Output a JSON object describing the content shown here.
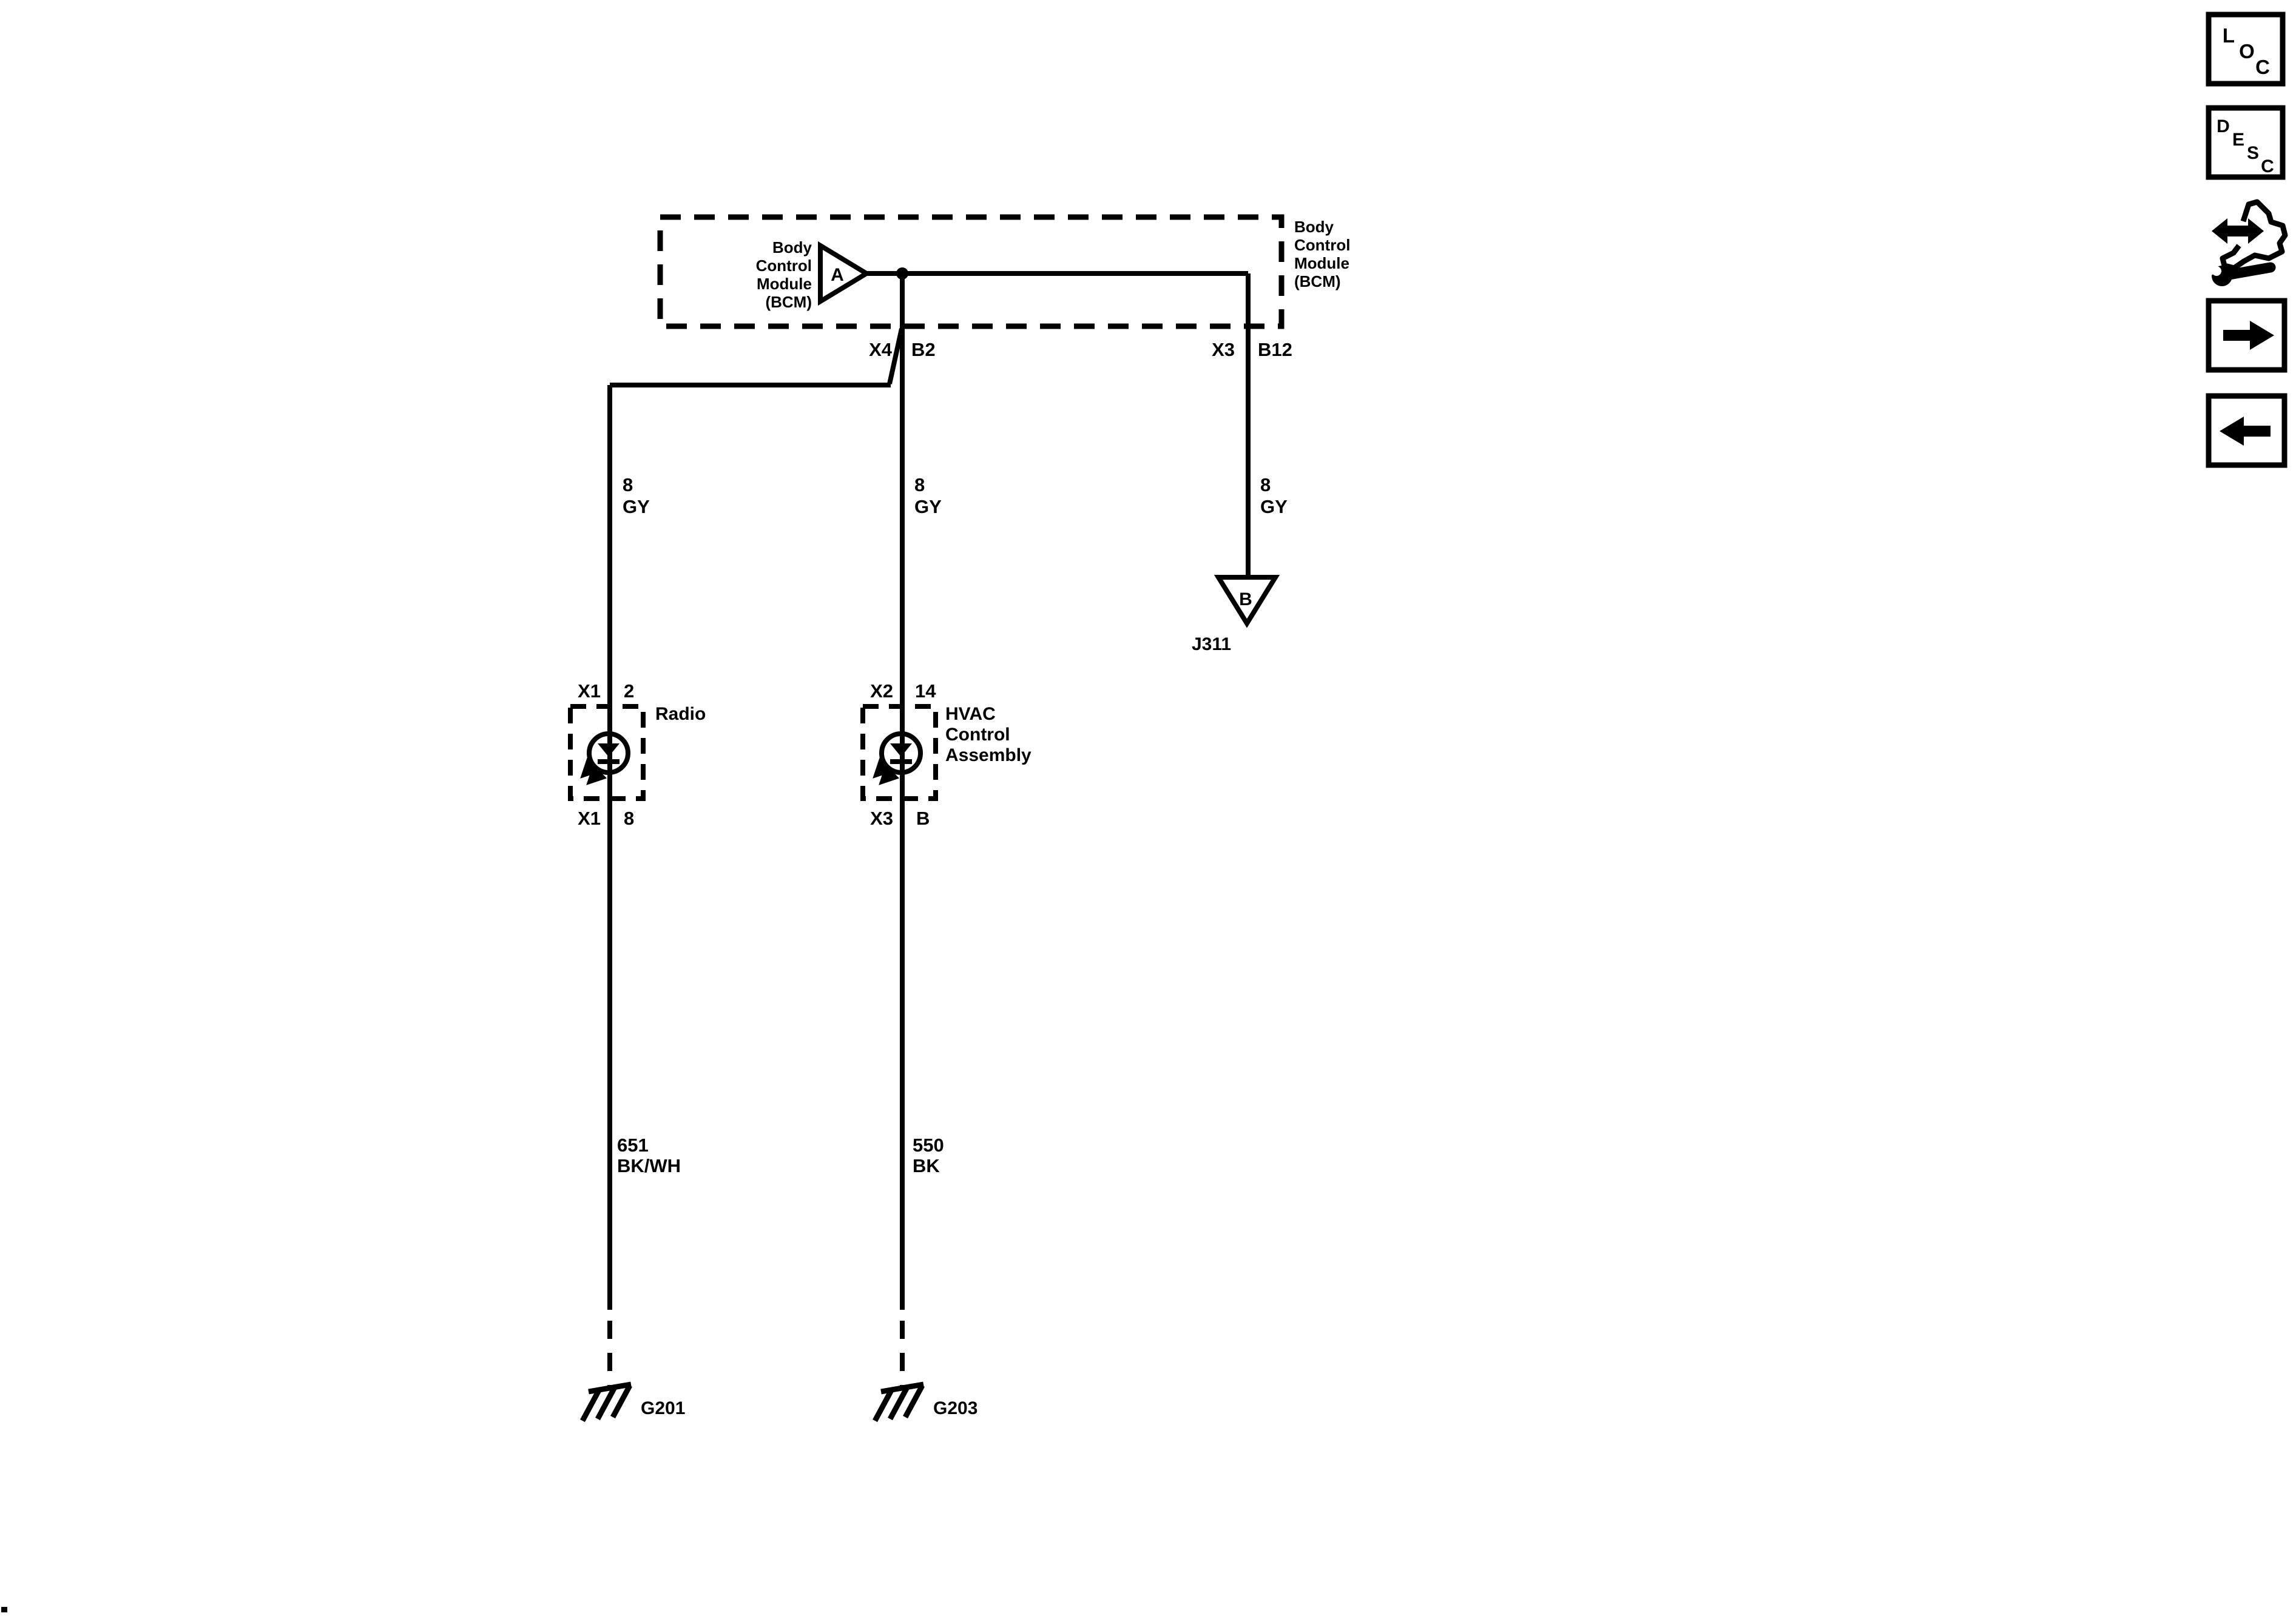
{
  "colors": {
    "ink": "#000000",
    "paper": "#ffffff"
  },
  "bcm": {
    "label_left_lines": [
      "Body",
      "Control",
      "Module",
      "(BCM)"
    ],
    "label_right_lines": [
      "Body",
      "Control",
      "Module",
      "(BCM)"
    ],
    "connector_a_letter": "A",
    "pin_x4": "X4",
    "pin_b2": "B2",
    "pin_x3": "X3",
    "pin_b12": "B12"
  },
  "wires": {
    "radio_feed_gauge": "8",
    "radio_feed_color": "GY",
    "hvac_feed_gauge": "8",
    "hvac_feed_color": "GY",
    "splice_feed_gauge": "8",
    "splice_feed_color": "GY",
    "radio_ground_circuit": "651",
    "radio_ground_color": "BK/WH",
    "hvac_ground_circuit": "550",
    "hvac_ground_color": "BK"
  },
  "splice": {
    "connector_b_letter": "B",
    "label": "J311"
  },
  "radio": {
    "name": "Radio",
    "pin_top_conn": "X1",
    "pin_top": "2",
    "pin_bottom_conn": "X1",
    "pin_bottom": "8"
  },
  "hvac": {
    "name_lines": [
      "HVAC",
      "Control",
      "Assembly"
    ],
    "pin_top_conn": "X2",
    "pin_top": "14",
    "pin_bottom_conn": "X3",
    "pin_bottom": "B"
  },
  "grounds": {
    "left": "G201",
    "right": "G203"
  },
  "toolbar": {
    "loc_letters": [
      "L",
      "O",
      "C"
    ],
    "desc_letters": [
      "D",
      "E",
      "S",
      "C"
    ]
  }
}
